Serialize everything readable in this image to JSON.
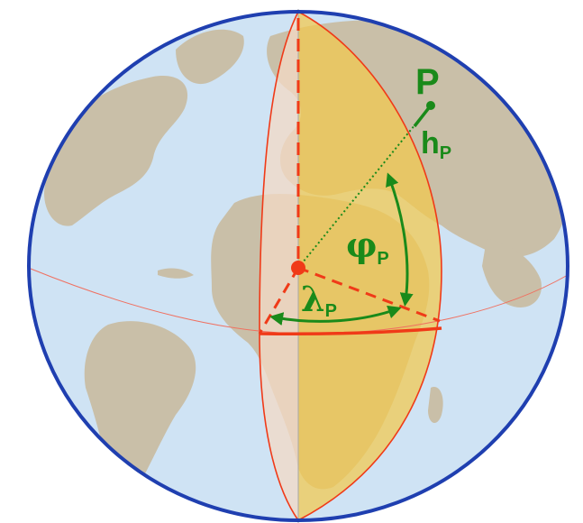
{
  "labels": {
    "point": "P",
    "height": "h",
    "height_sub": "P",
    "latitude": "φ",
    "latitude_sub": "P",
    "longitude": "λ",
    "longitude_sub": "P"
  },
  "colors": {
    "ocean": "#cfe3f4",
    "land": "#c9bfa8",
    "globe_outline": "#1f3fb0",
    "meridian_plane": "#f2c94c",
    "meridian_plane_back": "#eac9b0",
    "construction_red": "#f03a18",
    "annotation_green": "#1a8a1a",
    "equator_line": "#f07060"
  }
}
